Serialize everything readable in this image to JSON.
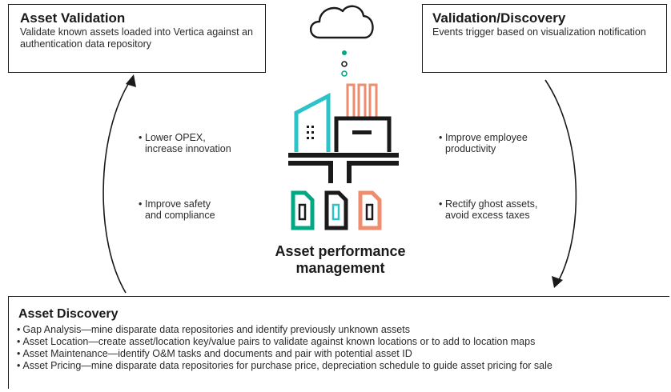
{
  "top_left": {
    "title": "Asset Validation",
    "text": "Validate known assets loaded into Vertica against an authentication data repository"
  },
  "top_right": {
    "title": "Validation/Discovery",
    "text": "Events trigger based on visualization notification"
  },
  "left_notes": [
    {
      "line1": "Lower OPEX,",
      "line2": "increase innovation"
    },
    {
      "line1": "Improve safety",
      "line2": "and compliance"
    }
  ],
  "right_notes": [
    {
      "line1": "Improve employee",
      "line2": "productivity"
    },
    {
      "line1": "Rectify ghost assets,",
      "line2": "avoid excess taxes"
    }
  ],
  "center": {
    "title_line1": "Asset performance",
    "title_line2": "management"
  },
  "bottom": {
    "title": "Asset Discovery",
    "items": [
      "Gap Analysis—mine disparate data repositories and identify previously unknown assets",
      "Asset Location—create asset/location key/value pairs to validate against known locations or to add to location maps",
      "Asset Maintenance—identify O&M tasks and documents and pair with potential asset ID",
      "Asset Pricing—mine disparate data repositories for purchase price, depreciation schedule to guide asset pricing for sale"
    ]
  },
  "colors": {
    "teal": "#2ac3c9",
    "green": "#01a982",
    "salmon": "#f08c6e",
    "ink": "#1a1a1a"
  },
  "icons": [
    "cloud-icon",
    "factory-icon",
    "building-icon",
    "document-icon"
  ]
}
